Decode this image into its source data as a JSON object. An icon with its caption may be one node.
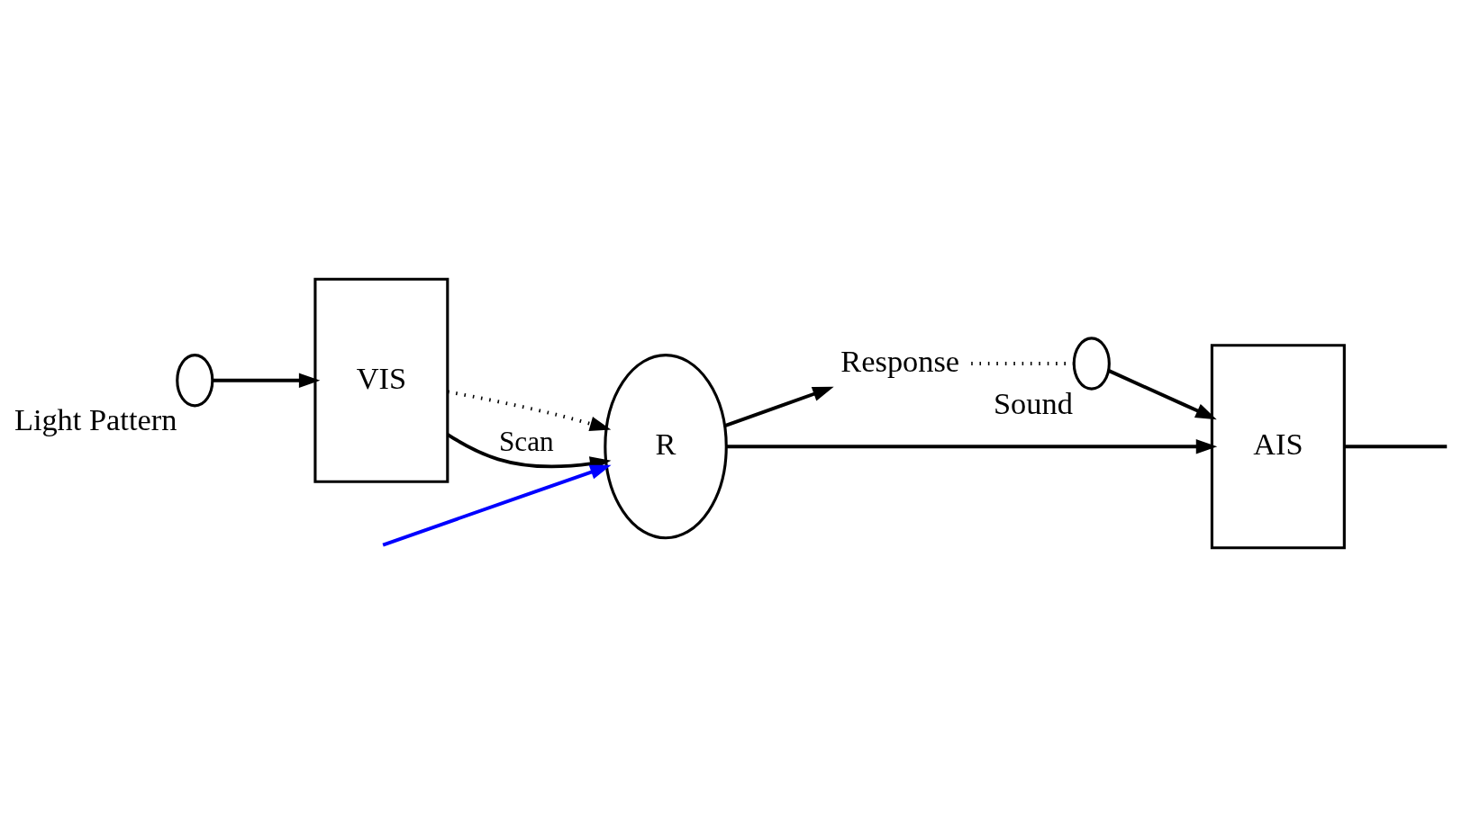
{
  "diagram": {
    "nodes": [
      {
        "text": [],
        "shape": "circle",
        "beside": [
          "Light Pattern"
        ]
      },
      {
        "text": [
          "VIS"
        ]
      },
      {
        "text": [
          "R"
        ]
      },
      {
        "text": [
          "Response"
        ]
      },
      {
        "text": [],
        "shape": "circle",
        "beside": [
          "Sound"
        ]
      },
      {
        "text": [
          "AIS"
        ]
      }
    ],
    "edges": [
      {
        "from": 0,
        "to": 1,
        "arrow": "to"
      },
      {
        "from": 1,
        "to": 2,
        "arrow": "to",
        "style": "dashed"
      },
      {
        "from": 1,
        "to": 2,
        "arrow": "to",
        "label": "Scan"
      },
      {
        "from": 2,
        "to": 3,
        "arrow": "to"
      },
      {
        "from": 3,
        "to": 4,
        "arrow": "none",
        "style": "dashed"
      },
      {
        "from": 4,
        "to": 5,
        "arrow": "to"
      },
      {
        "from": 2,
        "to": 5,
        "arrow": "to"
      },
      {
        "from": 5,
        "to": null,
        "arrow": "none"
      },
      {
        "from": null,
        "to": 2,
        "arrow": "to",
        "color": "#0000ff"
      }
    ]
  }
}
